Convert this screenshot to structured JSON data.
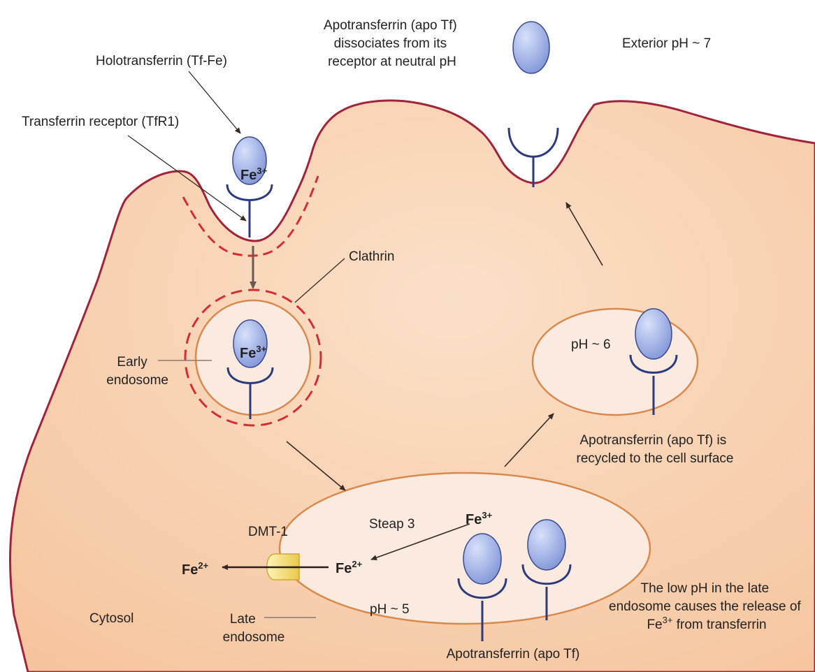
{
  "labels": {
    "apo_dissociates_l1": "Apotransferrin (apo Tf)",
    "apo_dissociates_l2": "dissociates from its",
    "apo_dissociates_l3": "receptor at neutral pH",
    "exterior_ph": "Exterior pH ~ 7",
    "holotransferrin": "Holotransferrin (Tf-Fe)",
    "transferrin_receptor": "Transferrin receptor (TfR1)",
    "clathrin": "Clathrin",
    "early_endosome_l1": "Early",
    "early_endosome_l2": "endosome",
    "recycling_ph": "pH ~ 6",
    "recycled_l1": "Apotransferrin (apo Tf) is",
    "recycled_l2": "recycled to the cell surface",
    "steap3": "Steap 3",
    "dmt1": "DMT-1",
    "late_ph": "pH ~ 5",
    "cytosol": "Cytosol",
    "late_endosome_l1": "Late",
    "late_endosome_l2": "endosome",
    "release_l1": "The low pH in the late",
    "release_l2": "endosome causes the release of",
    "release_l3_post": " from transferrin",
    "apo_bottom": "Apotransferrin (apo Tf)"
  },
  "ions": {
    "fe": "Fe",
    "ferric_charge": "3+",
    "ferrous_charge": "2+"
  },
  "colors": {
    "cell_fill": "#f6c9a2",
    "membrane": "#a3243a",
    "clathrin": "#d42e34",
    "endosome_fill": "#fbeadf",
    "endosome_border": "#d88a4e",
    "transferrin_fill": "#9aaee6",
    "receptor": "#2d3b7e",
    "dmt1_fill": "#f3dc70"
  }
}
